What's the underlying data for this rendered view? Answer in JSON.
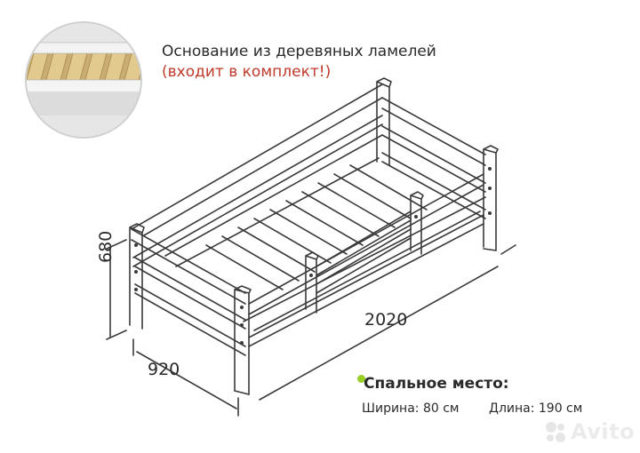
{
  "caption": {
    "line1": "Основание из деревяных ламелей",
    "line2": "(входит в комплект!)"
  },
  "dimensions": {
    "height": "680",
    "width": "920",
    "length": "2020"
  },
  "sleeping_place": {
    "title": "Спальное место:",
    "width": "Ширина: 80 см",
    "length": "Длина: 190 см"
  },
  "watermark": "Avito",
  "colors": {
    "accent_red": "#c0392b",
    "accent_green": "#97cf26",
    "line": "#3a3a3a"
  }
}
